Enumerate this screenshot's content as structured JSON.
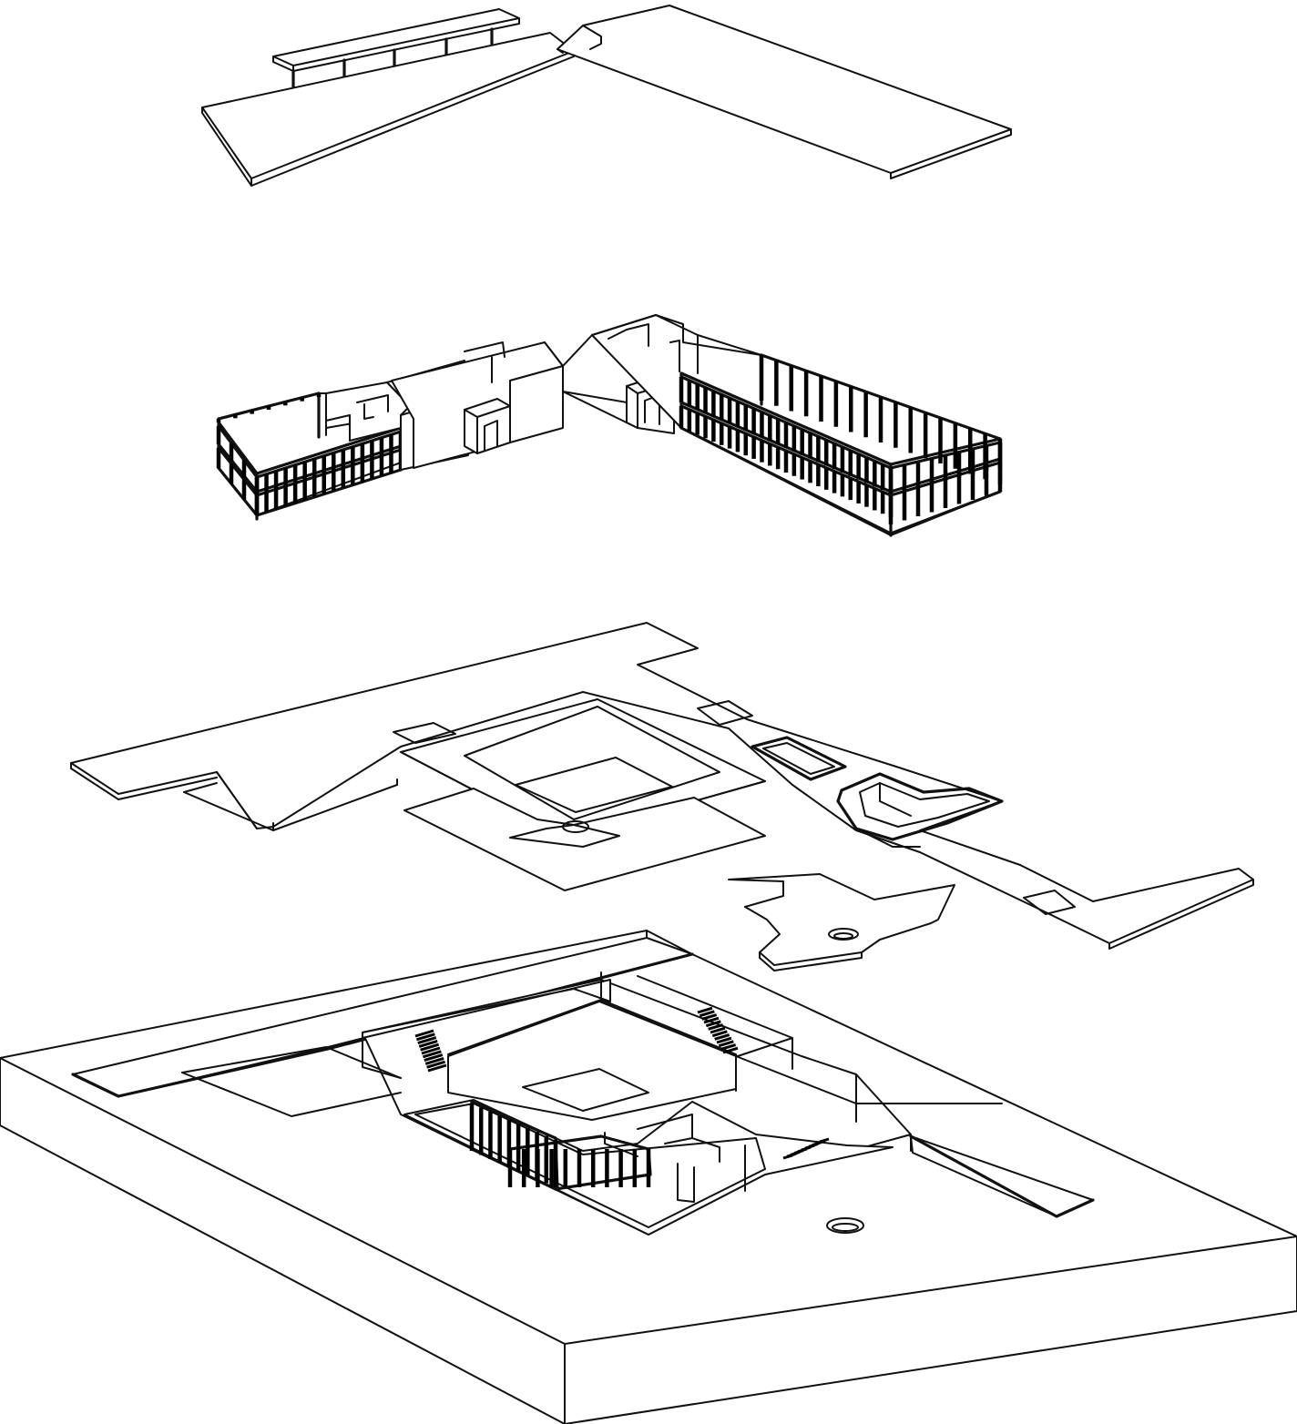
{
  "drawing": {
    "type": "exploded-axonometric",
    "line_color": "#111111",
    "background": "#ffffff",
    "layers": [
      {
        "id": "roof",
        "elements": [
          "roof-slab-west",
          "roof-slab-east",
          "roof-canopy"
        ]
      },
      {
        "id": "pavilions",
        "elements": [
          "glazed-pavilion-west",
          "glazed-pavilion-east",
          "entry-portal-west",
          "entry-portal-east"
        ]
      },
      {
        "id": "ground-plane",
        "elements": [
          "ground-slab",
          "central-court",
          "skylight-openings",
          "cross-platform"
        ]
      },
      {
        "id": "base",
        "elements": [
          "earth-plinth",
          "sunken-court",
          "stair-flights",
          "long-channel",
          "oculus"
        ]
      }
    ],
    "mullion_counts": {
      "west_upper": 15,
      "west_lower": 15,
      "east_upper": 26,
      "east_lower": 26
    }
  }
}
